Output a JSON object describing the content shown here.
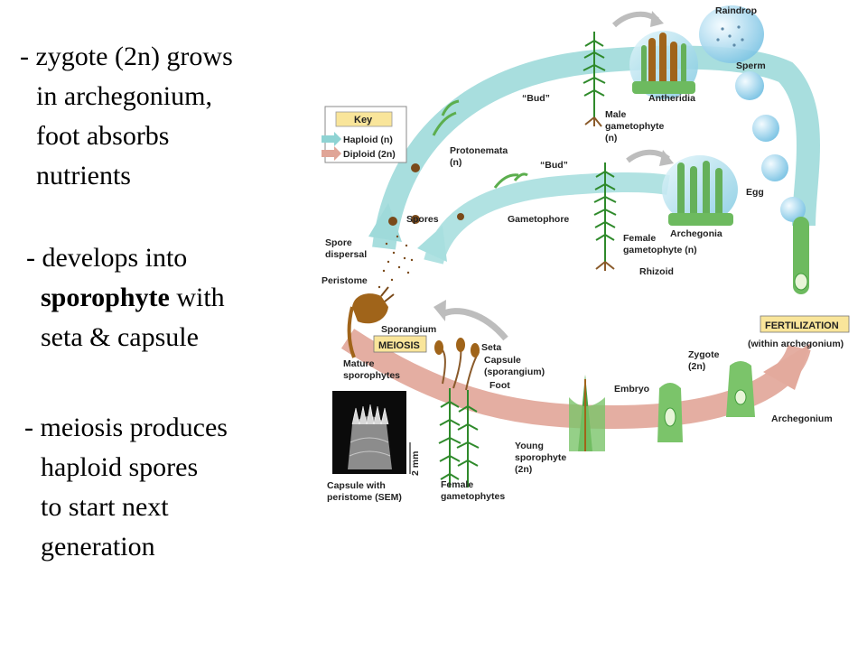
{
  "text_blocks": {
    "block1": [
      "- zygote (2n) grows",
      "in archegonium,",
      "foot absorbs",
      "nutrients"
    ],
    "block2": {
      "line1": "- develops into",
      "line2_bold": "sporophyte",
      "line2_rest": " with",
      "line3": "seta & capsule"
    },
    "block3": [
      "- meiosis produces",
      "haploid spores",
      "to start next",
      "generation"
    ]
  },
  "diagram": {
    "key": {
      "title": "Key",
      "haploid": "Haploid (n)",
      "diploid": "Diploid (2n)",
      "haploid_color": "#8ed3d3",
      "diploid_color": "#e0a597"
    },
    "labels": {
      "raindrop": "Raindrop",
      "sperm": "Sperm",
      "antheridia": "Antheridia",
      "bud_top": "“Bud”",
      "male_gametophyte": [
        "Male",
        "gametophyte",
        "(n)"
      ],
      "protonemata": [
        "Protonemata",
        "(n)"
      ],
      "bud_mid": "“Bud”",
      "egg": "Egg",
      "spores": "Spores",
      "gametophore": "Gametophore",
      "archegonia": "Archegonia",
      "female_gametophyte": [
        "Female",
        "gametophyte (n)"
      ],
      "rhizoid": "Rhizoid",
      "spore_dispersal": [
        "Spore",
        "dispersal"
      ],
      "peristome": "Peristome",
      "sporangium": "Sporangium",
      "meiosis": "MEIOSIS",
      "fertilization": "FERTILIZATION",
      "within_archegonium": "(within archegonium)",
      "seta": "Seta",
      "capsule": [
        "Capsule",
        "(sporangium)"
      ],
      "foot": "Foot",
      "mature_sporophytes": [
        "Mature",
        "sporophytes"
      ],
      "embryo": "Embryo",
      "zygote": [
        "Zygote",
        "(2n)"
      ],
      "archegonium": "Archegonium",
      "young_sporophyte": [
        "Young",
        "sporophyte",
        "(2n)"
      ],
      "female_gametophytes": [
        "Female",
        "gametophytes"
      ],
      "capsule_sem": [
        "Capsule with",
        "peristome (SEM)"
      ],
      "scale_bar": "2 mm"
    },
    "colors": {
      "box_fill": "#f9e59a",
      "plant_green": "#3f9b3a",
      "capsule_brown": "#a0641a"
    }
  }
}
